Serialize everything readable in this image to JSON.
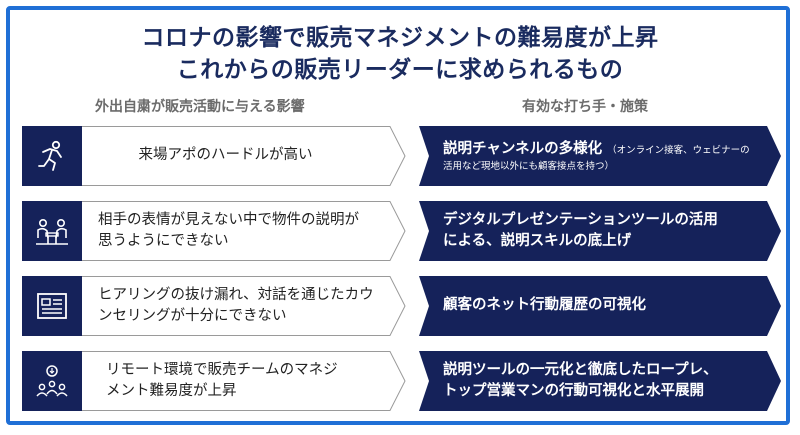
{
  "title": {
    "line1": "コロナの影響で販売マネジメントの難易度が上昇",
    "line2": "これからの販売リーダーに求められるもの"
  },
  "columns": {
    "left_header": "外出自粛が販売活動に与える影響",
    "right_header": "有効な打ち手・施策"
  },
  "rows": [
    {
      "icon": "running-person-icon",
      "impact": [
        "来場アポのハードルが高い"
      ],
      "measure_main": "説明チャンネルの多様化",
      "measure_note1": "（オンライン接客、ウェビナーの",
      "measure_note2": "活用など現地以外にも顧客接点を持つ）"
    },
    {
      "icon": "meeting-people-icon",
      "impact": [
        "相手の表情が見えない中で物件の説明が",
        "思うようにできない"
      ],
      "measure": [
        "デジタルプレゼンテーションツールの活用",
        "による、説明スキルの底上げ"
      ]
    },
    {
      "icon": "document-list-icon",
      "impact": [
        "ヒアリングの抜け漏れ、対話を通じたカウ",
        "ンセリングが十分にできない"
      ],
      "measure": [
        "顧客のネット行動履歴の可視化"
      ]
    },
    {
      "icon": "team-idea-icon",
      "impact": [
        "リモート環境で販売チームのマネジ",
        "メント難易度が上昇"
      ],
      "measure": [
        "説明ツールの一元化と徹底したロープレ、",
        "トップ営業マンの行動可視化と水平展開"
      ]
    }
  ],
  "colors": {
    "navy": "#15225a",
    "frame_blue": "#1f6fd6",
    "title": "#1a2b5f"
  }
}
